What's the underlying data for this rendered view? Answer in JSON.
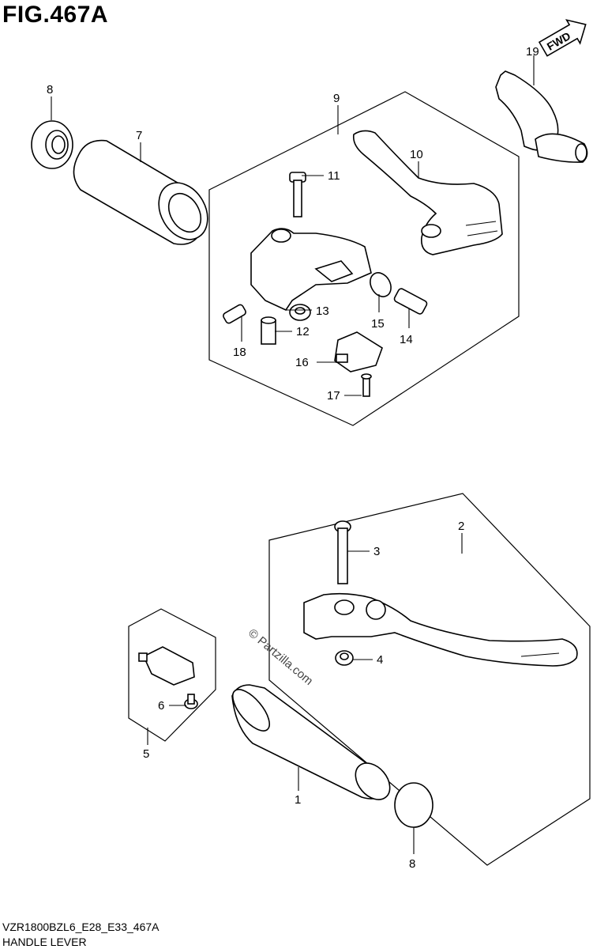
{
  "figure": {
    "title": "FIG.467A",
    "code": "VZR1800BZL6_E28_E33_467A",
    "name": "HANDLE LEVER",
    "watermark": "© Partzilla.com",
    "fwd_label": "FWD"
  },
  "callouts": [
    "1",
    "2",
    "3",
    "4",
    "5",
    "6",
    "7",
    "8",
    "9",
    "10",
    "11",
    "12",
    "13",
    "14",
    "15",
    "16",
    "17",
    "18",
    "19"
  ]
}
